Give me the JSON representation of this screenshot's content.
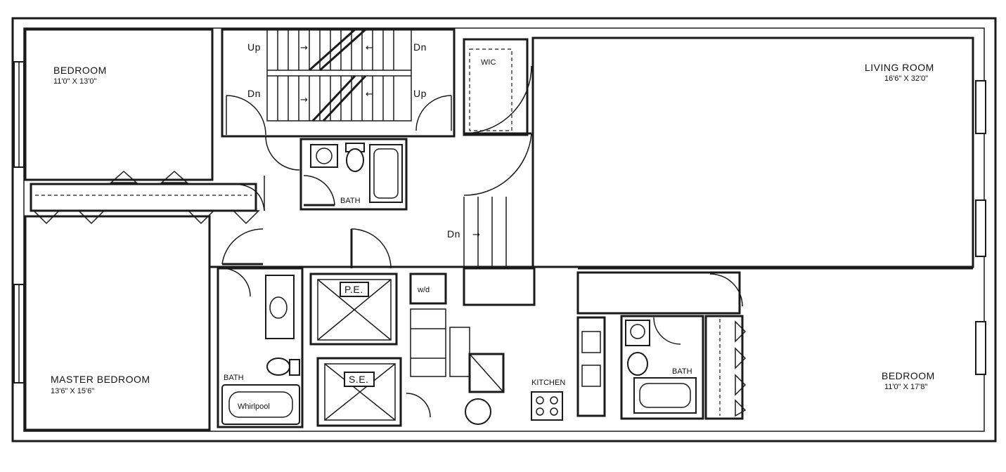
{
  "rooms": {
    "bedroom_nw": {
      "name": "BEDROOM",
      "dims": "11'0\" X 13'0\""
    },
    "living_room": {
      "name": "LIVING ROOM",
      "dims": "16'6\" X 32'0\""
    },
    "master_bedroom": {
      "name": "MASTER BEDROOM",
      "dims": "13'6\" X 15'6\""
    },
    "bedroom_se": {
      "name": "BEDROOM",
      "dims": "11'0\" X 17'8\""
    }
  },
  "labels": {
    "wic": "WIC",
    "bath_center": "BATH",
    "bath_master": "BATH",
    "bath_east": "BATH",
    "kitchen": "KITCHEN",
    "washer_dryer": "w/d",
    "passenger_elevator": "P.E.",
    "service_elevator": "S.E.",
    "whirlpool": "Whirlpool"
  },
  "stairs": {
    "up_left": "Up",
    "dn_left": "Dn",
    "dn_right_top": "Dn",
    "up_right": "Up",
    "dn_hall": "Dn"
  }
}
